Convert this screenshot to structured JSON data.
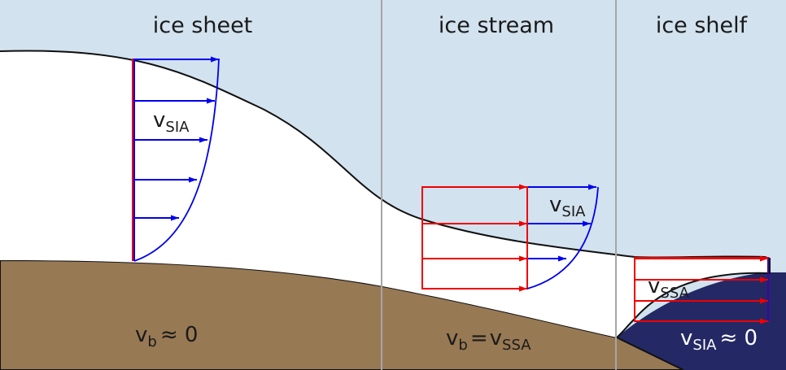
{
  "titles": {
    "sheet": "ice sheet",
    "stream": "ice stream",
    "shelf": "ice shelf"
  },
  "labels": {
    "sheet_velocity": {
      "main": "v",
      "sub": "SIA"
    },
    "sheet_basal": {
      "main": "v",
      "sub": "b",
      "rest": "≈ 0"
    },
    "stream_velocity": {
      "main": "v",
      "sub": "SIA"
    },
    "stream_basal": {
      "main": "v",
      "sub": "b",
      "eq": "=",
      "main2": "v",
      "sub2": "SSA"
    },
    "shelf_velocity": {
      "main": "v",
      "sub": "SSA"
    },
    "shelf_basal": {
      "main": "v",
      "sub": "SIA",
      "rest": "≈ 0"
    }
  },
  "colors": {
    "sky": "#d2e2ef",
    "ice": "#ffffff",
    "bedrock": "#977954",
    "ocean": "#242965",
    "outline": "#111111",
    "divider": "#a6a6a6",
    "sia_arrows": "#0000ee",
    "ssa_arrows": "#ee0000"
  }
}
